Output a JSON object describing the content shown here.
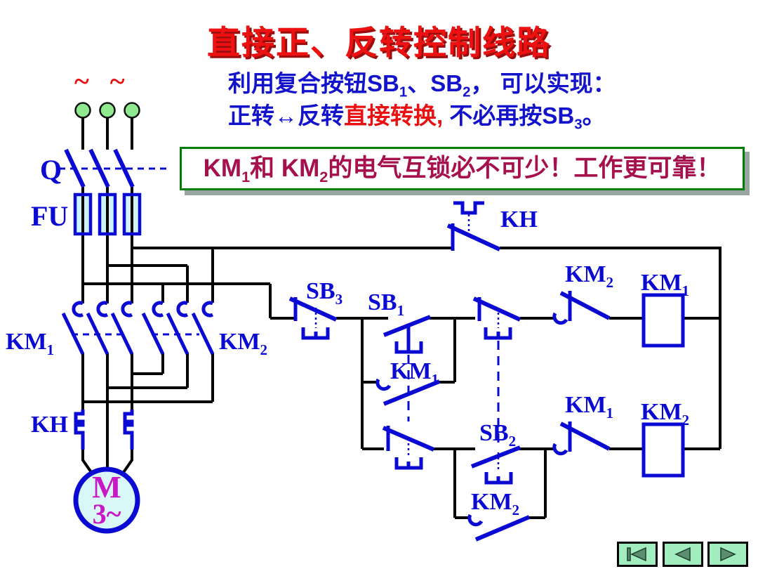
{
  "slide": {
    "title": "直接正、反转控制线路",
    "subtitle_line1": [
      {
        "t": "利用复合按钮SB"
      },
      {
        "s": "1"
      },
      {
        "t": "、SB"
      },
      {
        "s": "2"
      },
      {
        "t": "， 可以实现："
      }
    ],
    "subtitle_line2": [
      {
        "t": "正转↔反转"
      },
      {
        "t": "直接转换,",
        "c": "#e81010"
      },
      {
        "t": " 不必再按SB"
      },
      {
        "s": "3"
      },
      {
        "t": "。"
      }
    ],
    "note_box": [
      {
        "t": "KM"
      },
      {
        "s": "1"
      },
      {
        "t": "和 KM"
      },
      {
        "s": "2"
      },
      {
        "t": "的电气互锁必不可少！工作更可靠！"
      }
    ],
    "ac_symbol": "~ ~"
  },
  "circuit_labels": {
    "q": [
      {
        "t": "Q"
      }
    ],
    "fu": [
      {
        "t": "FU"
      }
    ],
    "km1_main": [
      {
        "t": "KM"
      },
      {
        "s": "1"
      }
    ],
    "km2_main": [
      {
        "t": "KM"
      },
      {
        "s": "2"
      }
    ],
    "kh_main": [
      {
        "t": "KH"
      }
    ],
    "kh_ctrl": [
      {
        "t": "KH"
      }
    ],
    "sb3": [
      {
        "t": "SB"
      },
      {
        "s": "3"
      }
    ],
    "sb1": [
      {
        "t": "SB"
      },
      {
        "s": "1"
      }
    ],
    "km1_selfhold": [
      {
        "t": "KM"
      },
      {
        "s": "1"
      }
    ],
    "sb2": [
      {
        "t": "SB"
      },
      {
        "s": "2"
      }
    ],
    "km2_selfhold": [
      {
        "t": "KM"
      },
      {
        "s": "2"
      }
    ],
    "km2_interlock": [
      {
        "t": "KM"
      },
      {
        "s": "2"
      }
    ],
    "km1_coil": [
      {
        "t": "KM"
      },
      {
        "s": "1"
      }
    ],
    "km1_interlock": [
      {
        "t": "KM"
      },
      {
        "s": "1"
      }
    ],
    "km2_coil": [
      {
        "t": "KM"
      },
      {
        "s": "2"
      }
    ]
  },
  "motor": {
    "letter": "M",
    "phase": "3~"
  },
  "nav": {
    "first_label": "go-to-first-slide",
    "prev_label": "previous-slide",
    "next_label": "next-slide"
  },
  "colors": {
    "title_red": "#ee1111",
    "title_shadow": "#990d0d",
    "text_blue": "#1313cc",
    "component_blue": "#0a0ad2",
    "note_crimson": "#a5104d",
    "note_border_green": "#007d00",
    "terminal_green": "#8fe98f",
    "fuse_fill": "#cff3f7",
    "motor_fill": "#d9f7f7",
    "motor_text": "#c717c7",
    "nav_green": "#a2edbd",
    "nav_triangle": "#5b8e71",
    "wire_black": "#000000"
  }
}
